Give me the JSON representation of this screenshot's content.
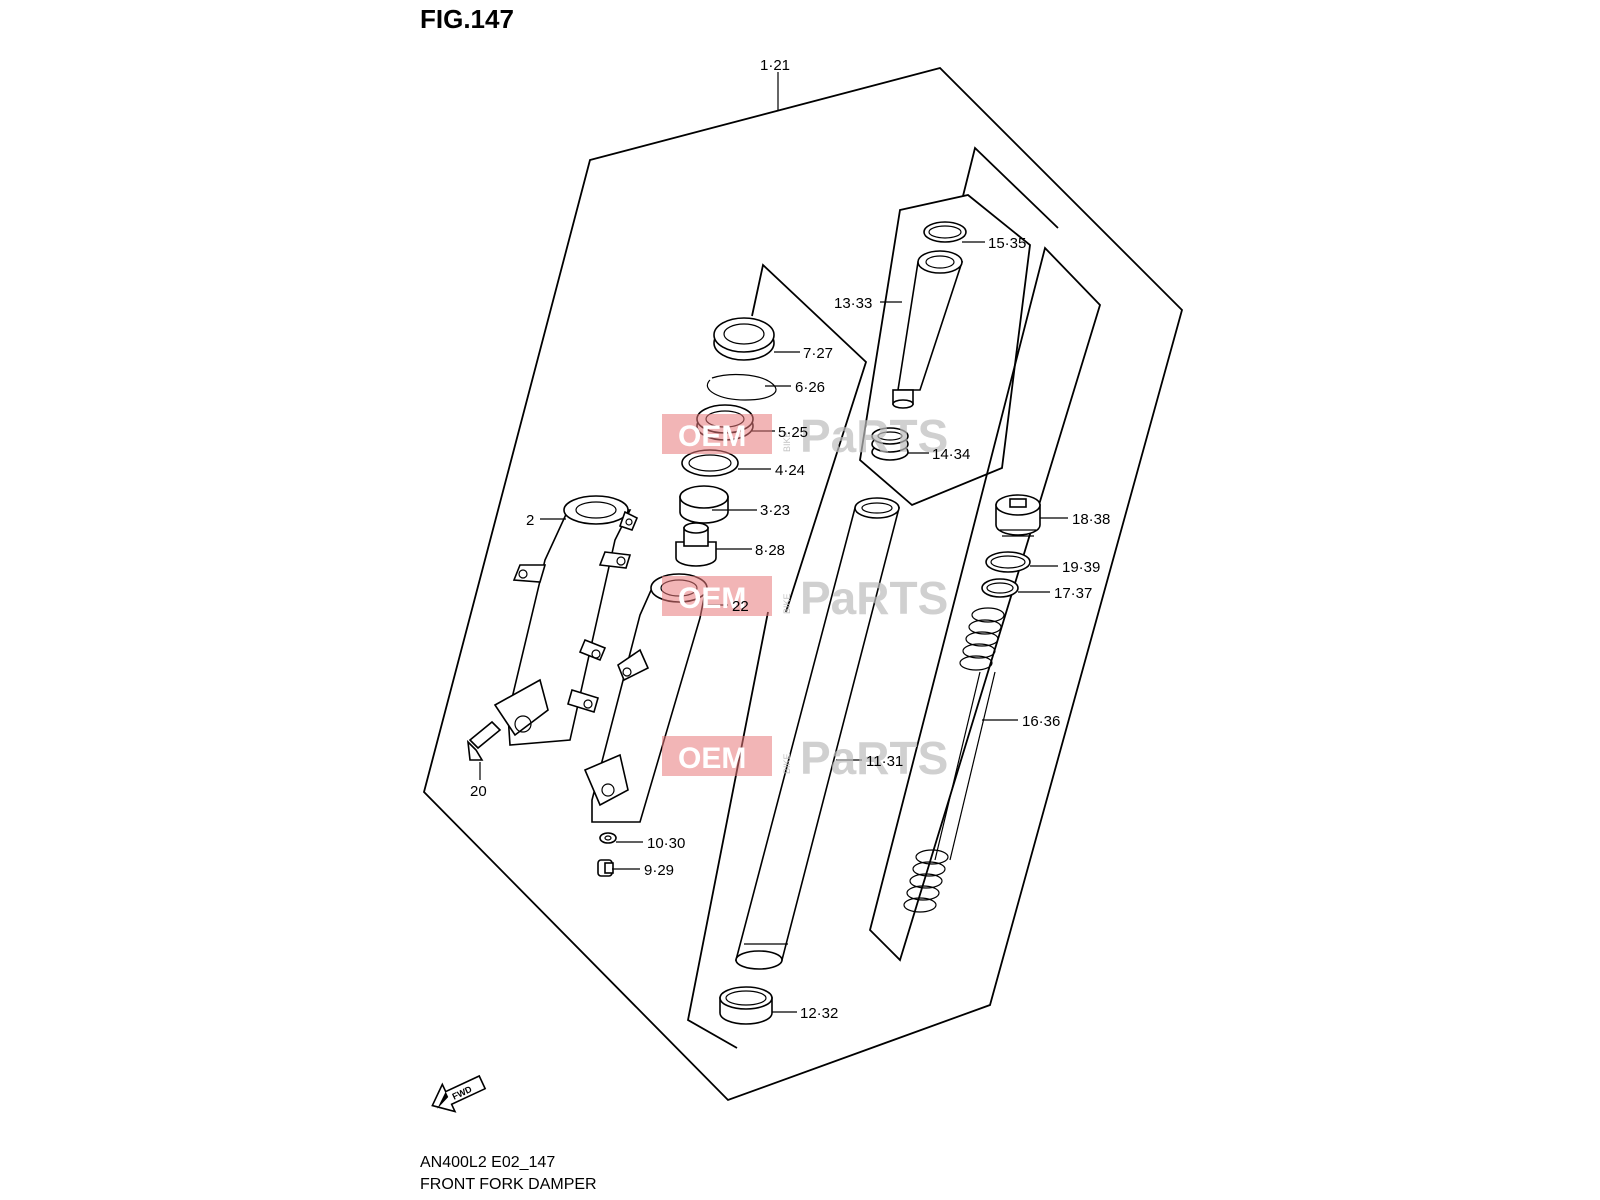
{
  "figure": {
    "title": "FIG.147",
    "model_code": "AN400L2 E02_147",
    "name": "FRONT FORK DAMPER",
    "fwd_label": "FWD"
  },
  "watermark": {
    "oem": "OEM",
    "bike": "BIKE",
    "parts": "PaRTS"
  },
  "callouts": {
    "c1": "1·21",
    "c2": "2",
    "c3": "3·23",
    "c4": "4·24",
    "c5": "5·25",
    "c6": "6·26",
    "c7": "7·27",
    "c8": "8·28",
    "c9": "9·29",
    "c10": "10·30",
    "c11": "11·31",
    "c12": "12·32",
    "c13": "13·33",
    "c14": "14·34",
    "c15": "15·35",
    "c16": "16·36",
    "c17": "17·37",
    "c18": "18·38",
    "c19": "19·39",
    "c20": "20",
    "c22": "22"
  }
}
